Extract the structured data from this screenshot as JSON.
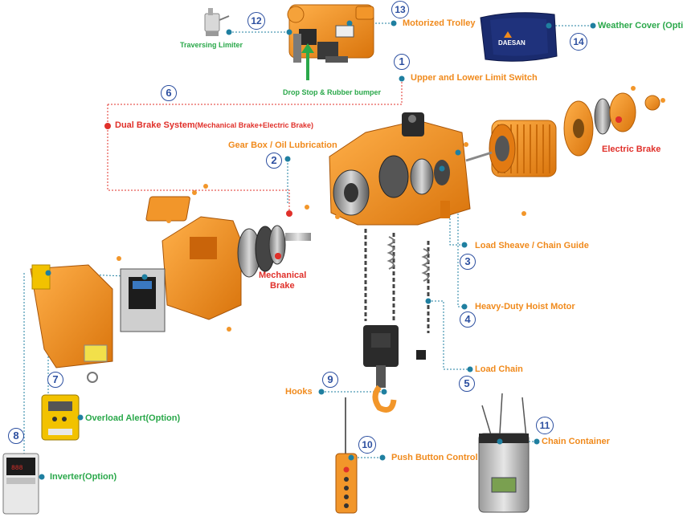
{
  "colors": {
    "label_orange": "#f08a1c",
    "label_green": "#2aa84a",
    "label_red": "#e0302a",
    "number_blue": "#2c4fa0",
    "part_orange": "#f2962a",
    "connector_teal": "#1f7fa0"
  },
  "cover_brand": "DAESAN",
  "labels": {
    "traversing_limiter": "Traversing Limiter",
    "drop_stop": "Drop Stop & Rubber bumper",
    "motorized_trolley": "Motorized Trolley",
    "weather_cover": "Weather Cover (Option)",
    "upper_lower_limit": "Upper and Lower Limit Switch",
    "dual_brake": "Dual Brake System",
    "dual_brake_detail": "(Mechanical Brake+Electric Brake)",
    "gearbox": "Gear Box / Oil Lubrication",
    "electric_brake": "Electric Brake",
    "mechanical_brake_1": "Mechanical",
    "mechanical_brake_2": "Brake",
    "load_sheave": "Load Sheave / Chain Guide",
    "hoist_motor": "Heavy-Duty Hoist Motor",
    "load_chain": "Load Chain",
    "hooks": "Hooks",
    "overload_alert": "Overload Alert(Option)",
    "inverter": "Inverter(Option)",
    "push_button": "Push Button Control",
    "chain_container": "Chain Container"
  },
  "numbers": [
    "1",
    "2",
    "3",
    "4",
    "5",
    "6",
    "7",
    "8",
    "9",
    "10",
    "11",
    "12",
    "13",
    "14"
  ]
}
